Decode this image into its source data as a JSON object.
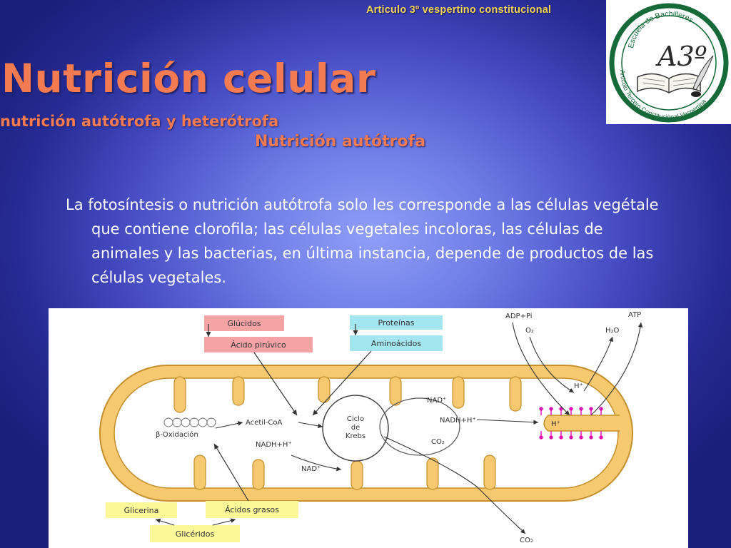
{
  "header": {
    "caption": "Articulo 3º vespertino constitucional"
  },
  "logo": {
    "top_text": "Escuela de Bachilleres",
    "bottom_text": "Artículo Tercero Constitucional Vespertina",
    "monogram": "A3º"
  },
  "slide": {
    "title": "Nutrición celular",
    "subtitle": "nutrición autótrofa y heterótrofa",
    "section_heading": "Nutrición autótrofa",
    "body": "La fotosíntesis o nutrición autótrofa solo les corresponde a las células vegétale que contiene clorofila; las células vegetales incoloras, las células de animales y las bacterias, en última instancia, depende de productos de las células vegetales."
  },
  "diagram": {
    "glucidos": "Glúcidos",
    "acido_piruvico": "Ácido pirúvico",
    "proteinas": "Proteínas",
    "aminoacidos": "Aminoácidos",
    "adp_pi": "ADP+Pi",
    "atp": "ATP",
    "o2": "O₂",
    "h2o": "H₂O",
    "h_plus": "H⁺",
    "h_plus_2": "H⁺",
    "nad_plus_top": "NAD⁺",
    "nadh_h_right": "NADH+H⁺",
    "co2_inner": "CO₂",
    "acetil_coa": "Acetil-CoA",
    "ciclo_krebs_1": "Ciclo",
    "ciclo_krebs_2": "de",
    "ciclo_krebs_3": "Krebs",
    "beta_oxidacion": "β-Oxidación",
    "nadh_h_left": "NADH+H⁺",
    "nad_plus_bottom": "NAD⁺",
    "co2_outer": "CO₂",
    "glicerina": "Glicerina",
    "acidos_grasos": "Ácidos grasos",
    "gliceridos": "Glicéridos",
    "colors": {
      "membrane": "#f6c870",
      "glucid_box": "#f6a3a5",
      "protein_box": "#a3e6f0",
      "lipid_box": "#fbf89a",
      "atp_synthase": "#e00fb0"
    }
  }
}
